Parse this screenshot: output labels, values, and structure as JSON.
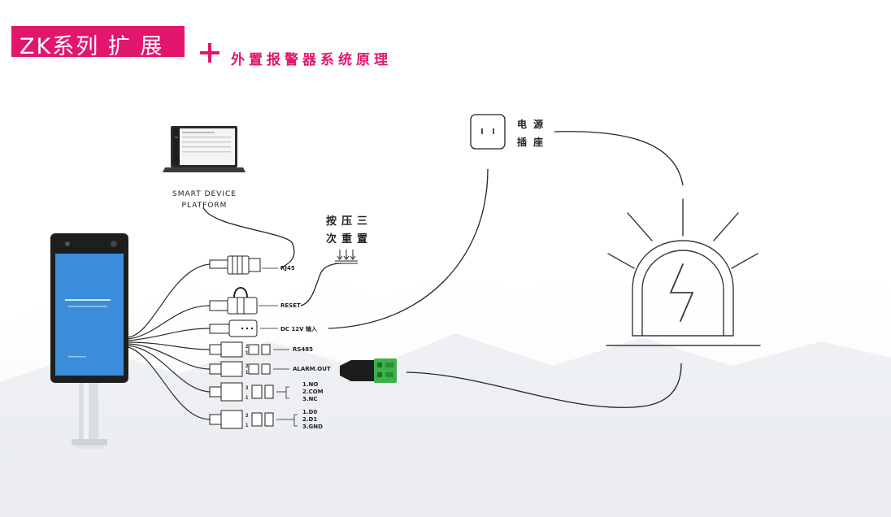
{
  "title": {
    "badge": "ZK系列 扩 展",
    "subtitle": "外置报警器系统原理"
  },
  "platform": {
    "line1": "SMART DEVICE",
    "line2": "PLATFORM"
  },
  "reset_hint": {
    "line1": "按压三",
    "line2": "次重置"
  },
  "power_socket": {
    "line1": "电 源",
    "line2": "插 座"
  },
  "ports": {
    "rj45": "RJ45",
    "reset": "RESET",
    "dc": "DC 12V 输入",
    "rs485": "RS485",
    "alarm_out": "ALARM.OUT",
    "relay": [
      "1.NO",
      "2.COM",
      "3.NC"
    ],
    "wiegand": [
      "1.D0",
      "2.D1",
      "3.GND"
    ]
  },
  "colors": {
    "accent": "#e3166e",
    "line": "#333333",
    "screen": "#2a7fd0"
  },
  "icons": [
    "laptop-icon",
    "power-socket-icon",
    "alarm-light-icon",
    "device-terminal-icon",
    "green-terminal-block-icon"
  ]
}
